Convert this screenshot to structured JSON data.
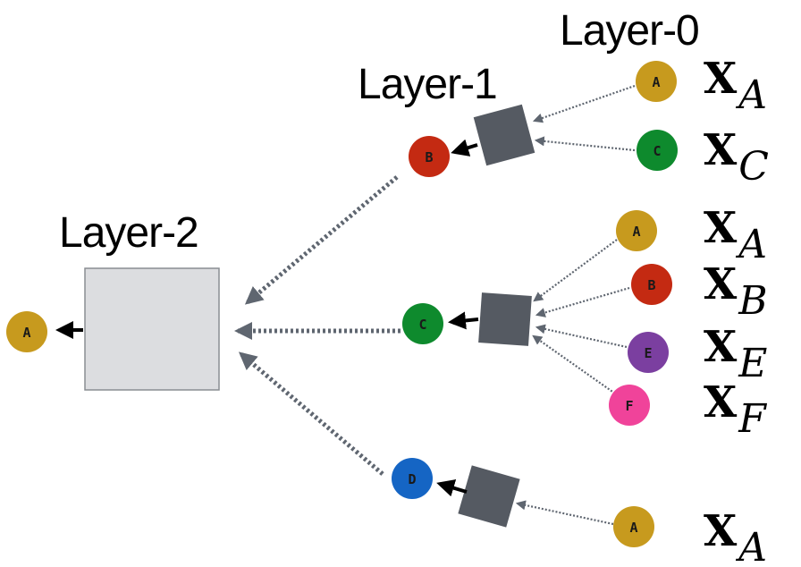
{
  "labels": {
    "layer0": "Layer-0",
    "layer1": "Layer-1",
    "layer2": "Layer-2"
  },
  "colors": {
    "A": "#C79A1E",
    "B": "#C42A12",
    "C": "#0E8A2D",
    "D": "#1565C4",
    "E": "#7B3FA0",
    "F": "#F0439A",
    "aggregator": "#555A62",
    "layer2_box": "#DCDDE0"
  },
  "nodes": {
    "output": "A",
    "layer1": [
      "B",
      "C",
      "D"
    ],
    "layer0_for_B": [
      "A",
      "C"
    ],
    "layer0_for_C": [
      "A",
      "B",
      "E",
      "F"
    ],
    "layer0_for_D": [
      "A"
    ]
  },
  "features": {
    "symbol": "X",
    "for_B": [
      "A",
      "C"
    ],
    "for_C": [
      "A",
      "B",
      "E",
      "F"
    ],
    "for_D": [
      "A"
    ]
  }
}
